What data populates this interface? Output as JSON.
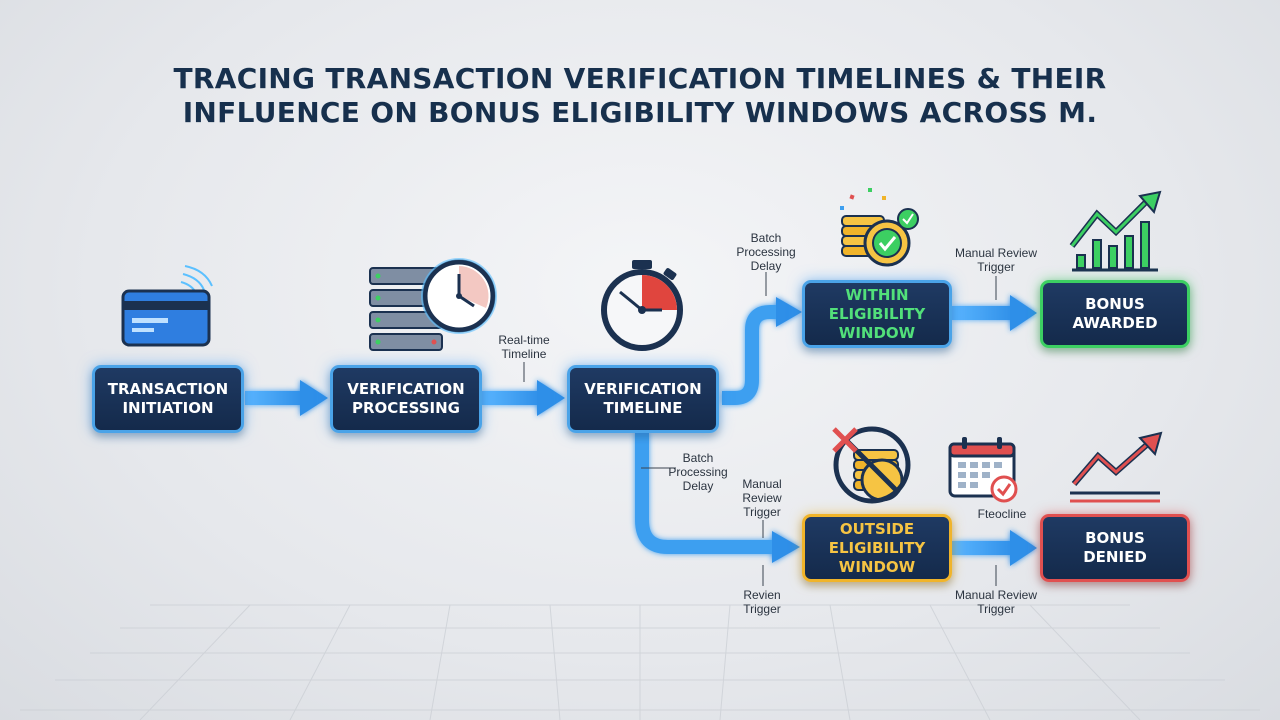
{
  "title": {
    "line1": "TRACING TRANSACTION VERIFICATION TIMELINES & THEIR",
    "line2": "INFLUENCE ON BONUS ELIGIBILITY WINDOWS ACROSS M."
  },
  "nodes": {
    "transaction_initiation": "TRANSACTION\nINITIATION",
    "verification_processing": "VERIFICATION\nPROCESSING",
    "verification_timeline": "VERIFICATION\nTIMELINE",
    "within_window": "WITHIN\nELIGIBILITY\nWINDOW",
    "outside_window": "OUTSIDE\nELIGIBILITY\nWINDOW",
    "bonus_awarded": "BONUS\nAWARDED",
    "bonus_denied": "BONUS\nDENIED"
  },
  "labels": {
    "realtime": "Real-time\nTimeline",
    "batch_top": "Batch\nProcessing\nDelay",
    "manual_top": "Manual Review\nTrigger",
    "batch_bottom": "Batch\nProcessing\nDelay",
    "manual_mid": "Manual\nReview\nTrigger",
    "review_trigger": "Revien\nTrigger",
    "deadline": "Fteocline",
    "manual_bottom": "Manual Review\nTrigger"
  },
  "icons": {
    "card": "credit-card-icon",
    "server": "server-rack-icon",
    "clock": "clock-icon",
    "stopwatch": "stopwatch-icon",
    "coins_check": "coins-check-icon",
    "coins_crossed": "coins-crossed-icon",
    "calendar": "calendar-check-icon",
    "chart_up_green": "growth-chart-icon",
    "chart_up_red": "trend-chart-icon"
  },
  "colors": {
    "navy": "#17304d",
    "arrow_blue": "#3d9ff0",
    "green": "#3ccf62",
    "gold": "#f0b42a",
    "red": "#e05050"
  }
}
